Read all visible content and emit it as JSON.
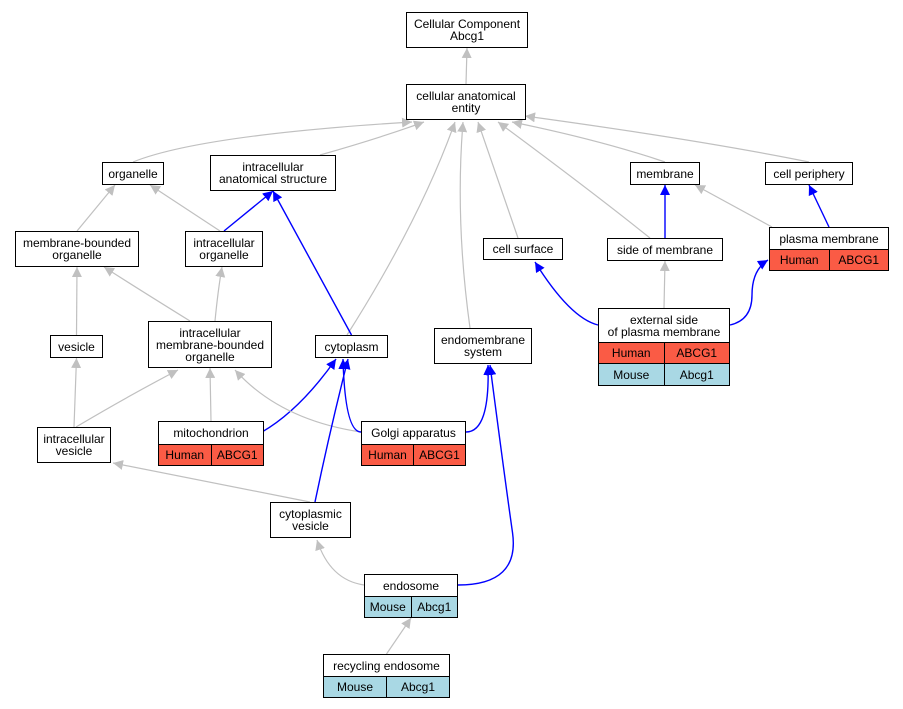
{
  "colors": {
    "grey_edge": "#c0c0c0",
    "blue_edge": "#0000ff",
    "human_row": "#fa5b45",
    "mouse_row": "#a9d8e4"
  },
  "nodes": [
    {
      "id": "root",
      "label": "Cellular Component\nAbcg1"
    },
    {
      "id": "cae",
      "label": "cellular anatomical\nentity"
    },
    {
      "id": "organelle",
      "label": "organelle"
    },
    {
      "id": "ias",
      "label": "intracellular\nanatomical structure"
    },
    {
      "id": "membrane",
      "label": "membrane"
    },
    {
      "id": "cellper",
      "label": "cell periphery"
    },
    {
      "id": "mbo",
      "label": "membrane-bounded\norganelle"
    },
    {
      "id": "io",
      "label": "intracellular\norganelle"
    },
    {
      "id": "cellsurf",
      "label": "cell surface"
    },
    {
      "id": "som",
      "label": "side of membrane"
    },
    {
      "id": "pm",
      "label": "plasma membrane",
      "rows": [
        {
          "species": "Human",
          "gene": "ABCG1"
        }
      ]
    },
    {
      "id": "esopm",
      "label": "external side\nof plasma membrane",
      "rows": [
        {
          "species": "Human",
          "gene": "ABCG1"
        },
        {
          "species": "Mouse",
          "gene": "Abcg1"
        }
      ]
    },
    {
      "id": "vesicle",
      "label": "vesicle"
    },
    {
      "id": "imbo",
      "label": "intracellular\nmembrane-bounded\norganelle"
    },
    {
      "id": "cyto",
      "label": "cytoplasm"
    },
    {
      "id": "endomem",
      "label": "endomembrane\nsystem"
    },
    {
      "id": "iv",
      "label": "intracellular\nvesicle"
    },
    {
      "id": "mito",
      "label": "mitochondrion",
      "rows": [
        {
          "species": "Human",
          "gene": "ABCG1"
        }
      ]
    },
    {
      "id": "golgi",
      "label": "Golgi apparatus",
      "rows": [
        {
          "species": "Human",
          "gene": "ABCG1"
        }
      ]
    },
    {
      "id": "cytoves",
      "label": "cytoplasmic\nvesicle"
    },
    {
      "id": "endosome",
      "label": "endosome",
      "rows": [
        {
          "species": "Mouse",
          "gene": "Abcg1"
        }
      ]
    },
    {
      "id": "recyc",
      "label": "recycling endosome",
      "rows": [
        {
          "species": "Mouse",
          "gene": "Abcg1"
        }
      ]
    }
  ],
  "edges": [
    {
      "from": "cae",
      "to": "root",
      "type": "grey"
    },
    {
      "from": "organelle",
      "to": "cae",
      "type": "grey"
    },
    {
      "from": "ias",
      "to": "cae",
      "type": "grey"
    },
    {
      "from": "membrane",
      "to": "cae",
      "type": "grey"
    },
    {
      "from": "cellper",
      "to": "cae",
      "type": "grey"
    },
    {
      "from": "mbo",
      "to": "organelle",
      "type": "grey"
    },
    {
      "from": "io",
      "to": "organelle",
      "type": "grey"
    },
    {
      "from": "io",
      "to": "ias",
      "type": "blue"
    },
    {
      "from": "cellsurf",
      "to": "cae",
      "type": "grey"
    },
    {
      "from": "som",
      "to": "cae",
      "type": "grey"
    },
    {
      "from": "som",
      "to": "membrane",
      "type": "blue"
    },
    {
      "from": "pm",
      "to": "membrane",
      "type": "grey"
    },
    {
      "from": "pm",
      "to": "cellper",
      "type": "blue"
    },
    {
      "from": "esopm",
      "to": "som",
      "type": "grey"
    },
    {
      "from": "esopm",
      "to": "cellsurf",
      "type": "blue"
    },
    {
      "from": "esopm",
      "to": "pm",
      "type": "blue"
    },
    {
      "from": "vesicle",
      "to": "mbo",
      "type": "grey"
    },
    {
      "from": "imbo",
      "to": "mbo",
      "type": "grey"
    },
    {
      "from": "imbo",
      "to": "io",
      "type": "grey"
    },
    {
      "from": "cyto",
      "to": "cae",
      "type": "grey"
    },
    {
      "from": "cyto",
      "to": "ias",
      "type": "blue"
    },
    {
      "from": "endomem",
      "to": "cae",
      "type": "grey"
    },
    {
      "from": "iv",
      "to": "vesicle",
      "type": "grey"
    },
    {
      "from": "iv",
      "to": "imbo",
      "type": "grey"
    },
    {
      "from": "mito",
      "to": "imbo",
      "type": "grey"
    },
    {
      "from": "mito",
      "to": "cyto",
      "type": "blue"
    },
    {
      "from": "golgi",
      "to": "imbo",
      "type": "grey"
    },
    {
      "from": "golgi",
      "to": "cyto",
      "type": "blue"
    },
    {
      "from": "golgi",
      "to": "endomem",
      "type": "blue"
    },
    {
      "from": "cytoves",
      "to": "iv",
      "type": "grey"
    },
    {
      "from": "cytoves",
      "to": "cyto",
      "type": "blue"
    },
    {
      "from": "endosome",
      "to": "cytoves",
      "type": "grey"
    },
    {
      "from": "endosome",
      "to": "endomem",
      "type": "blue"
    },
    {
      "from": "recyc",
      "to": "endosome",
      "type": "grey"
    }
  ]
}
